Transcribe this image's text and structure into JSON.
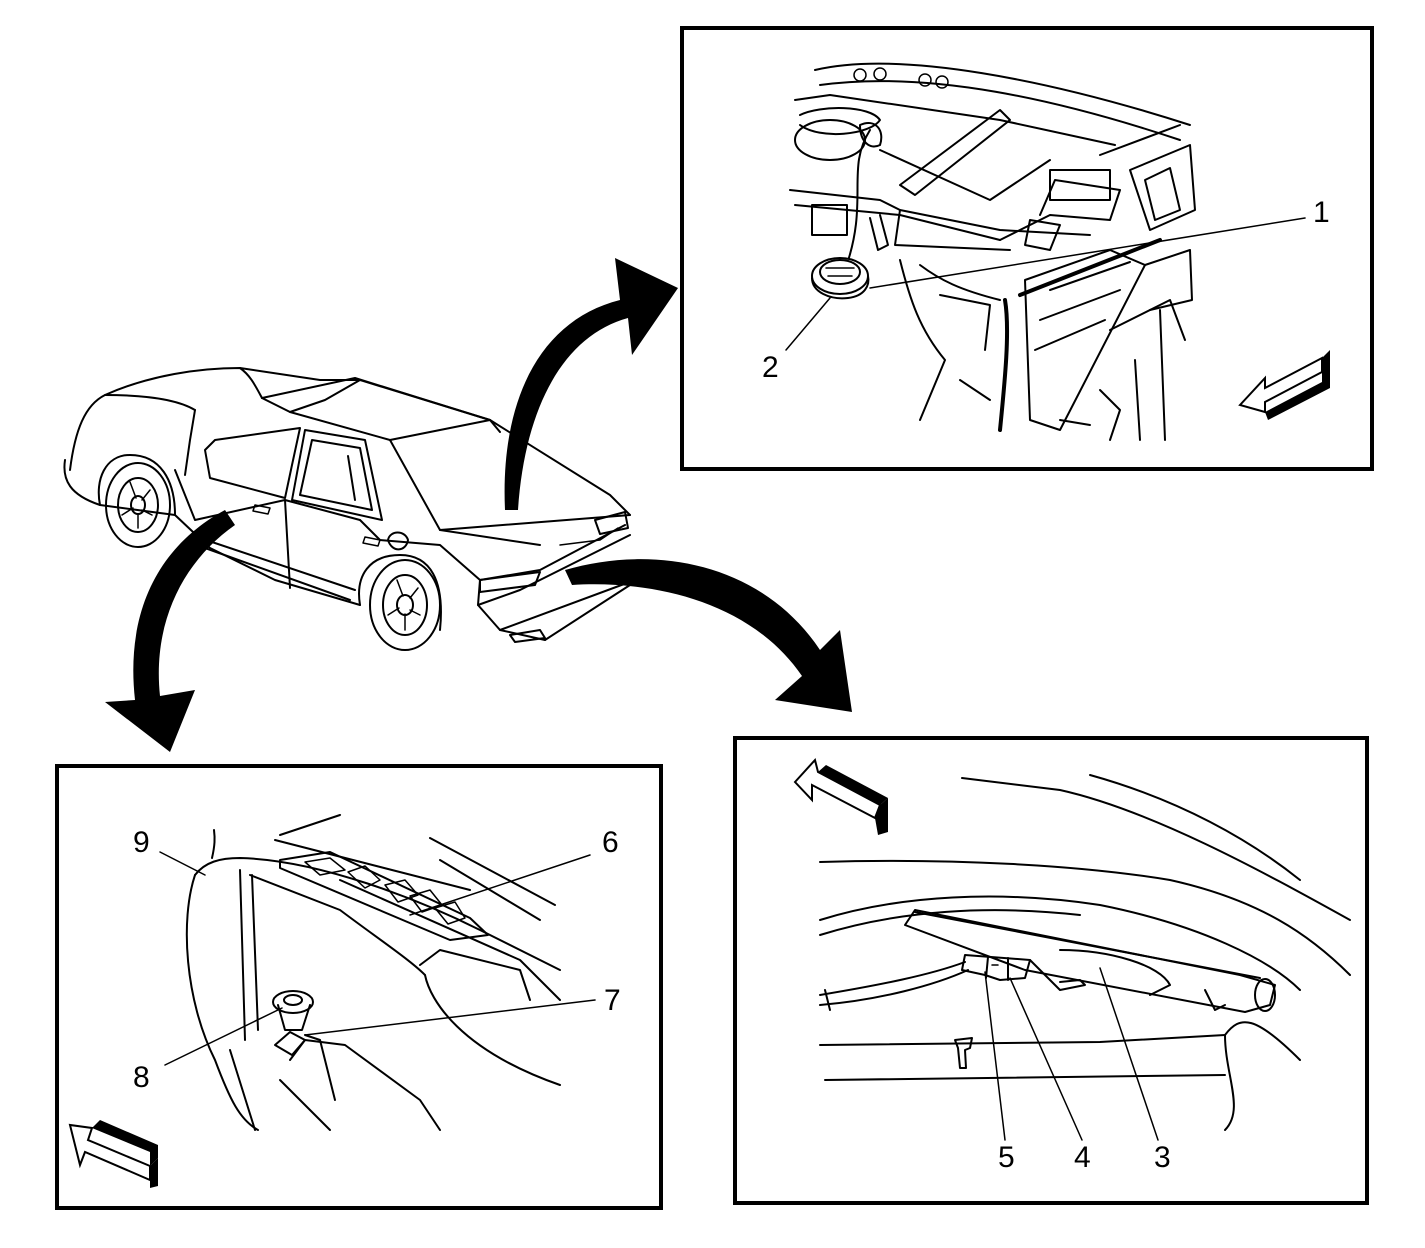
{
  "callouts": {
    "c1": "1",
    "c2": "2",
    "c3": "3",
    "c4": "4",
    "c5": "5",
    "c6": "6",
    "c7": "7",
    "c8": "8",
    "c9": "9"
  },
  "colors": {
    "line": "#000000",
    "background": "#ffffff"
  },
  "icons": {
    "front_direction_arrow": "hollow-3d-arrow-icon",
    "transition_arrow": "curved-black-arrow-icon"
  }
}
